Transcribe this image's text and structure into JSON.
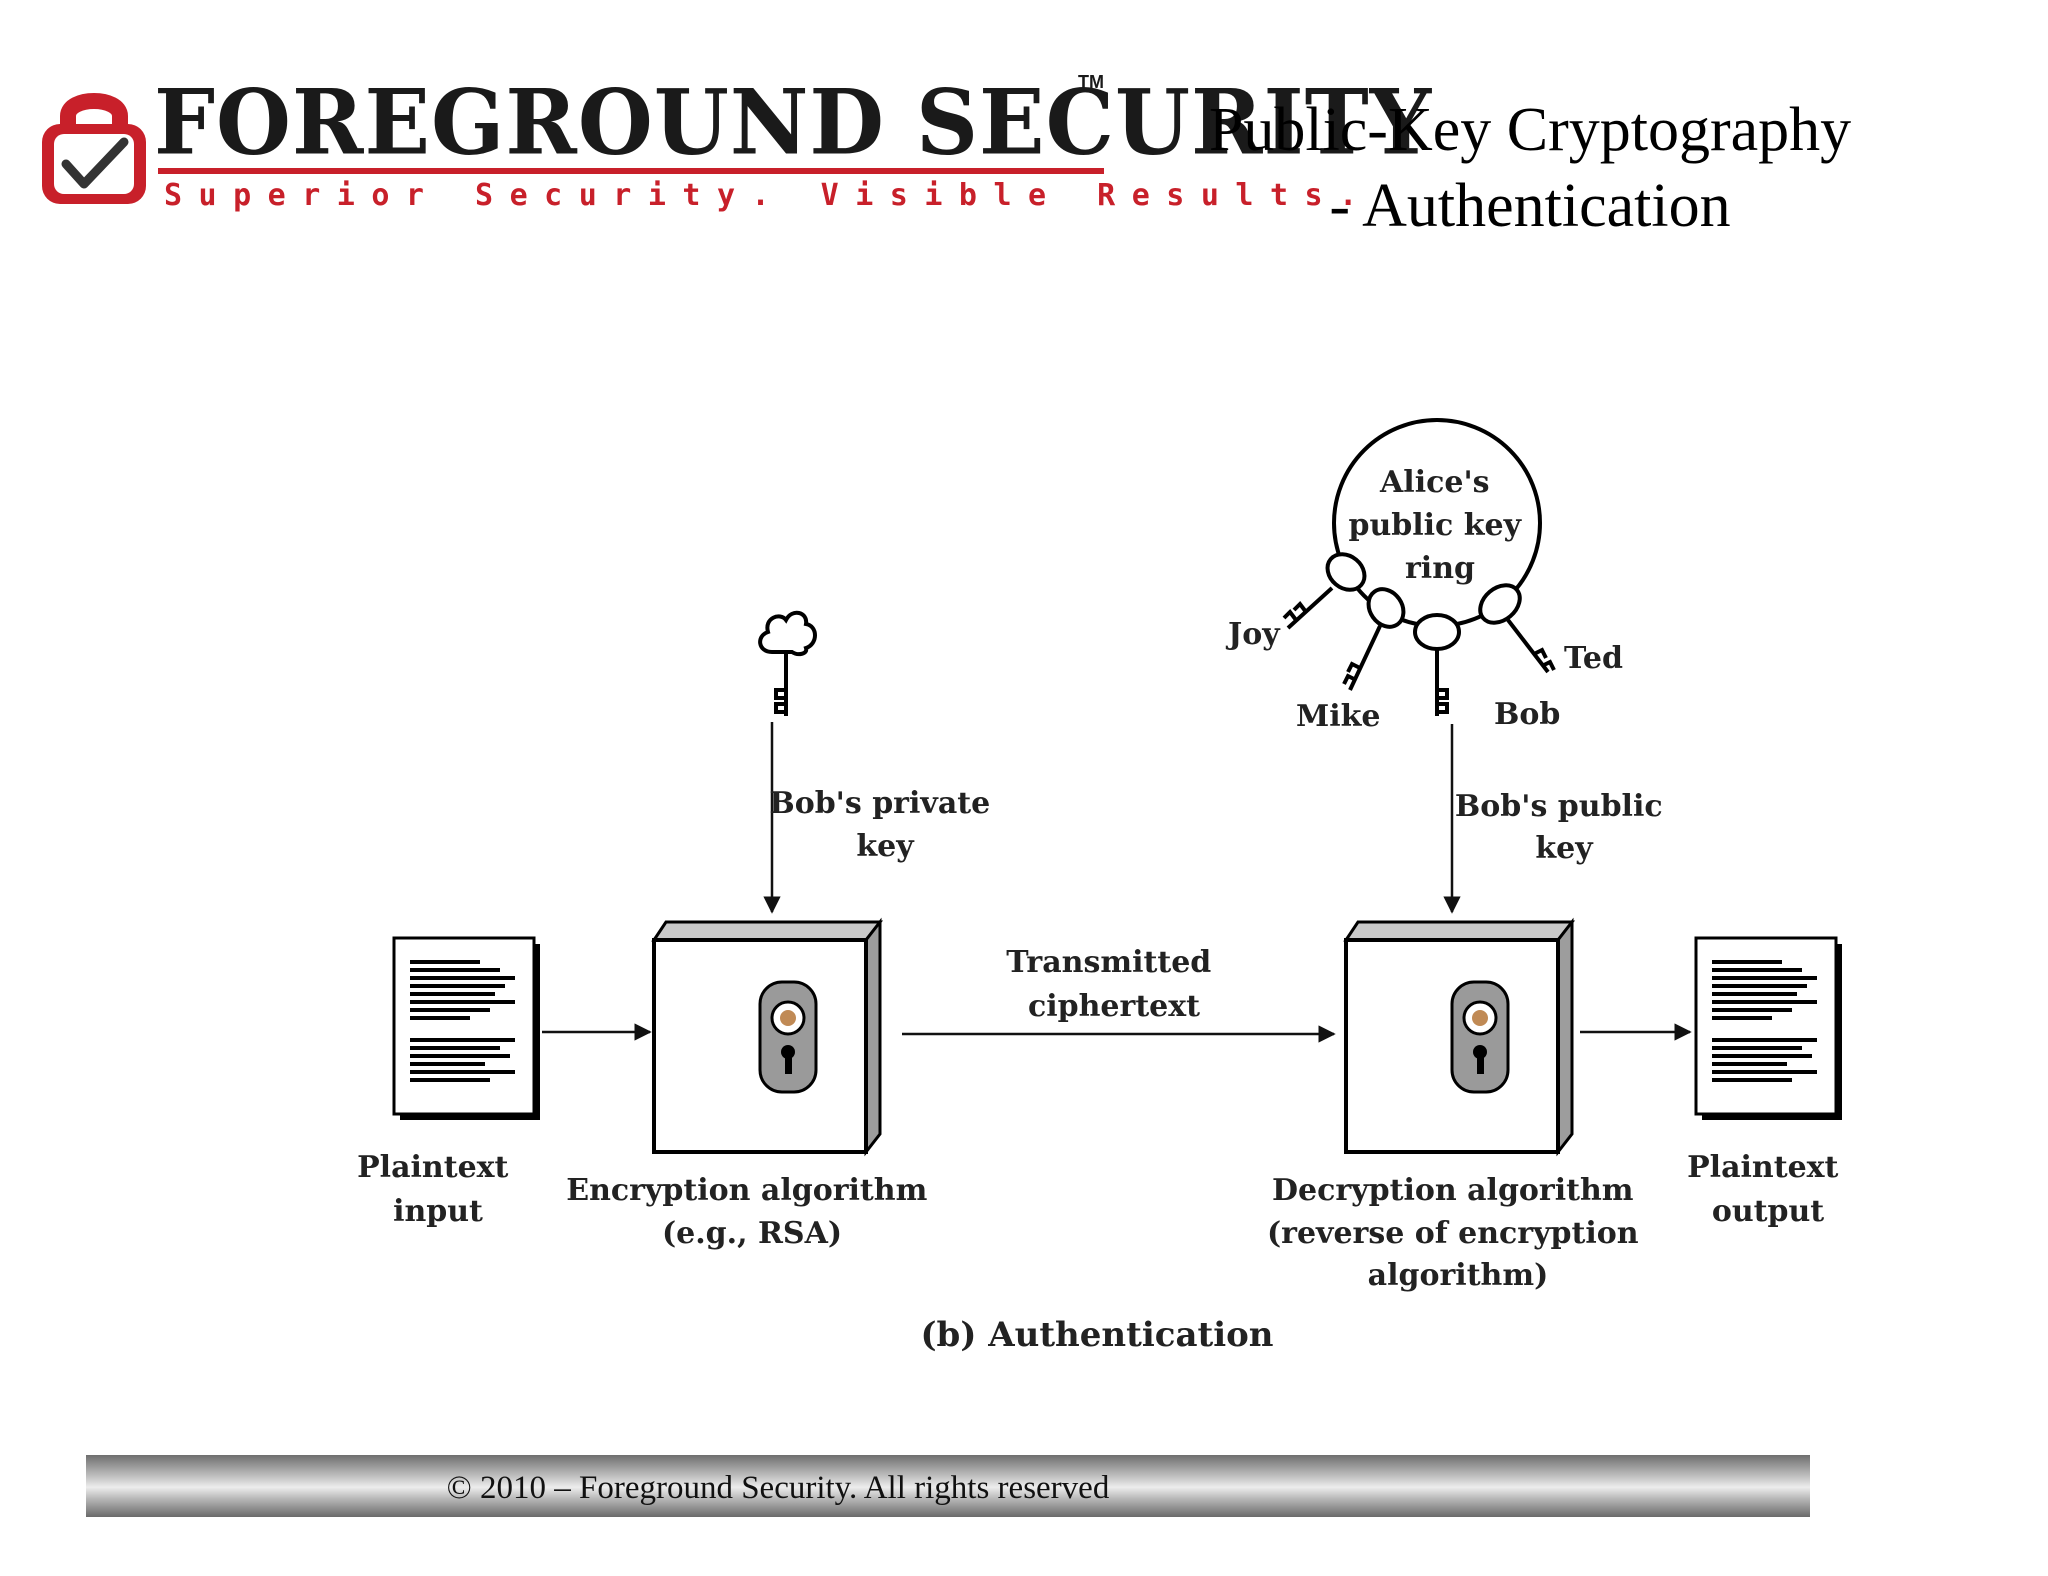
{
  "logo": {
    "brand": "FOREGROUND SECURITY",
    "tagline": "Superior Security. Visible Results.",
    "trademark": "TM",
    "colors": {
      "red": "#c8202a",
      "dark": "#1a1a1a"
    }
  },
  "title": {
    "line1": "Public-Key Cryptography",
    "line2": "- Authentication"
  },
  "diagram": {
    "plaintext_input": [
      "Plaintext",
      "input"
    ],
    "encryption": [
      "Encryption algorithm",
      "(e.g., RSA)"
    ],
    "private_key": [
      "Bob's private",
      "key"
    ],
    "transmitted": [
      "Transmitted",
      "ciphertext"
    ],
    "keyring": [
      "Alice's",
      "public key",
      "ring"
    ],
    "key_owners": {
      "joy": "Joy",
      "mike": "Mike",
      "bob": "Bob",
      "ted": "Ted"
    },
    "public_key": [
      "Bob's public",
      "key"
    ],
    "decryption": [
      "Decryption algorithm",
      "(reverse of encryption",
      "algorithm)"
    ],
    "plaintext_output": [
      "Plaintext",
      "output"
    ],
    "caption": "(b) Authentication"
  },
  "footer": {
    "text": "© 2010 – Foreground Security. All rights reserved"
  }
}
